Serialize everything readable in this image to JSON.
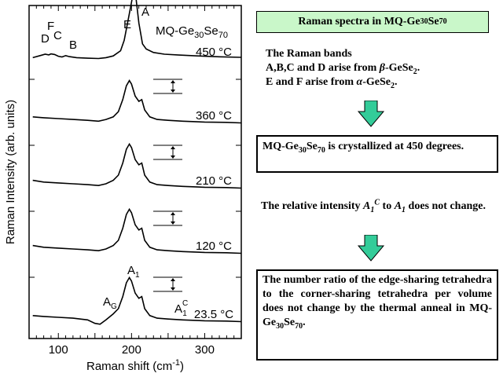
{
  "chart_data": {
    "type": "line",
    "title": "MQ-Ge30Se70",
    "xlabel": "Raman shift  (cm-1)",
    "ylabel": "Raman Intensity  (arb. units)",
    "xlim": [
      60,
      350
    ],
    "xticks": [
      100,
      200,
      300
    ],
    "yticks": "none",
    "grid": false,
    "series": [
      {
        "name": "450 °C",
        "x": [
          65,
          75,
          82,
          87,
          90,
          95,
          100,
          105,
          110,
          115,
          125,
          140,
          155,
          165,
          175,
          185,
          190,
          195,
          200,
          203,
          206,
          210,
          215,
          220,
          230,
          245,
          265,
          290,
          320,
          350
        ],
        "y": [
          0.3,
          0.42,
          0.5,
          0.46,
          0.52,
          0.48,
          0.38,
          0.34,
          0.42,
          0.36,
          0.3,
          0.27,
          0.25,
          0.3,
          0.4,
          0.7,
          1.3,
          2.4,
          3.5,
          4.2,
          3.8,
          2.3,
          1.1,
          0.8,
          0.6,
          0.5,
          0.45,
          0.4,
          0.35,
          0.32
        ]
      },
      {
        "name": "360 °C",
        "x": [
          65,
          80,
          100,
          120,
          140,
          155,
          165,
          175,
          182,
          188,
          193,
          197,
          200,
          205,
          210,
          214,
          218,
          225,
          235,
          250,
          270,
          300,
          330,
          350
        ],
        "y": [
          0.6,
          0.55,
          0.5,
          0.45,
          0.4,
          0.35,
          0.45,
          0.6,
          0.9,
          1.6,
          2.4,
          2.7,
          2.5,
          1.8,
          1.5,
          1.6,
          1.0,
          0.6,
          0.45,
          0.4,
          0.35,
          0.3,
          0.28,
          0.25
        ]
      },
      {
        "name": "210 °C",
        "x": [
          65,
          80,
          100,
          120,
          140,
          155,
          165,
          175,
          182,
          188,
          193,
          197,
          200,
          205,
          210,
          214,
          218,
          225,
          235,
          250,
          270,
          300,
          330,
          350
        ],
        "y": [
          0.7,
          0.6,
          0.55,
          0.5,
          0.45,
          0.4,
          0.5,
          0.7,
          1.0,
          1.7,
          2.5,
          2.8,
          2.6,
          1.9,
          1.6,
          1.7,
          1.0,
          0.6,
          0.45,
          0.4,
          0.35,
          0.3,
          0.28,
          0.25
        ]
      },
      {
        "name": "120 °C",
        "x": [
          65,
          80,
          100,
          120,
          140,
          155,
          165,
          175,
          182,
          188,
          193,
          197,
          200,
          205,
          210,
          214,
          218,
          225,
          235,
          250,
          270,
          300,
          330,
          350
        ],
        "y": [
          0.7,
          0.6,
          0.55,
          0.5,
          0.45,
          0.4,
          0.5,
          0.7,
          1.0,
          1.7,
          2.5,
          2.8,
          2.6,
          1.9,
          1.6,
          1.7,
          1.0,
          0.6,
          0.45,
          0.4,
          0.35,
          0.3,
          0.28,
          0.25
        ]
      },
      {
        "name": "23.5 °C",
        "x": [
          65,
          80,
          100,
          120,
          140,
          150,
          157,
          165,
          175,
          182,
          188,
          193,
          197,
          200,
          205,
          210,
          214,
          218,
          225,
          235,
          250,
          270,
          300,
          330,
          350
        ],
        "y": [
          0.6,
          0.55,
          0.5,
          0.45,
          0.35,
          0.15,
          0.1,
          0.35,
          0.7,
          1.0,
          1.7,
          2.5,
          2.8,
          2.6,
          1.9,
          1.6,
          1.7,
          1.0,
          0.6,
          0.45,
          0.4,
          0.35,
          0.3,
          0.28,
          0.25
        ]
      }
    ],
    "peak_labels_450": [
      "D",
      "F",
      "C",
      "B",
      "E",
      "A"
    ],
    "peak_labels_235": [
      "A1",
      "AG",
      "AC1"
    ]
  },
  "panel": {
    "title": "Raman spectra in MQ-Ge30Se70",
    "text1_line1": "The Raman bands",
    "text1_line2": "A,B,C and D arise from β-GeSe2.",
    "text1_line3": "E and F arise from α-GeSe2.",
    "box1": "MQ-Ge30Se70 is crystallized at 450 degrees.",
    "text2": "The relative intensity A1C to A1 does not change.",
    "box2": "The number ratio of the edge-sharing tetrahedra to the corner-sharing tetrahedra per volume does not change by the thermal anneal in MQ-Ge30Se70.",
    "arrow_color": "#33cc99"
  }
}
